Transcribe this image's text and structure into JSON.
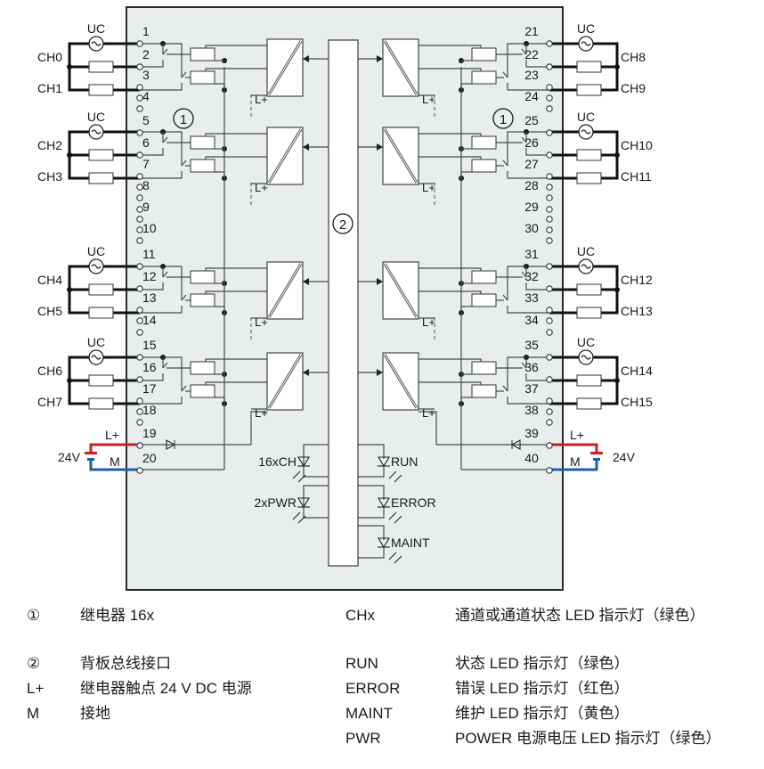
{
  "diagram": {
    "title": "",
    "colors": {
      "module_fill": "#e9edee",
      "module_border": "#2a2a2a",
      "wire": "#4a4a4a",
      "external_wire": "#111111",
      "supply_positive": "#c8202a",
      "supply_negative": "#1f5fa8",
      "white_box": "#ffffff"
    },
    "uc_label": "UC",
    "lplus_label": "L+",
    "m_label": "M",
    "supply_voltage": "24V",
    "callout_relay": "1",
    "callout_backplane": "2",
    "left_groups": [
      {
        "uc_terminal": 1,
        "terms": [
          1,
          2
        ],
        "channels": [
          "CH0",
          "CH1"
        ]
      },
      {
        "uc_terminal": 5,
        "terms": [
          5,
          6
        ],
        "channels": [
          "CH2",
          "CH3"
        ]
      },
      {
        "uc_terminal": 11,
        "terms": [
          11,
          12
        ],
        "channels": [
          "CH4",
          "CH5"
        ]
      },
      {
        "uc_terminal": 15,
        "terms": [
          15,
          16
        ],
        "channels": [
          "CH6",
          "CH7"
        ]
      }
    ],
    "right_groups": [
      {
        "uc_terminal": 21,
        "terms": [
          21,
          22
        ],
        "channels": [
          "CH8",
          "CH9"
        ]
      },
      {
        "uc_terminal": 25,
        "terms": [
          25,
          26
        ],
        "channels": [
          "CH10",
          "CH11"
        ]
      },
      {
        "uc_terminal": 31,
        "terms": [
          31,
          32
        ],
        "channels": [
          "CH12",
          "CH13"
        ]
      },
      {
        "uc_terminal": 35,
        "terms": [
          35,
          36
        ],
        "channels": [
          "CH14",
          "CH15"
        ]
      }
    ],
    "left_terminals": [
      "1",
      "2",
      "3",
      "4",
      "5",
      "6",
      "7",
      "8",
      "9",
      "10",
      "11",
      "12",
      "13",
      "14",
      "15",
      "16",
      "17",
      "18",
      "19",
      "20"
    ],
    "right_terminals": [
      "21",
      "22",
      "23",
      "24",
      "25",
      "26",
      "27",
      "28",
      "29",
      "30",
      "31",
      "32",
      "33",
      "34",
      "35",
      "36",
      "37",
      "38",
      "39",
      "40"
    ],
    "leds_left": [
      "16xCH",
      "2xPWR"
    ],
    "leds_right": [
      "RUN",
      "ERROR",
      "MAINT"
    ]
  },
  "legend": {
    "left": [
      {
        "key": "①",
        "desc": "继电器 16x"
      },
      {
        "key": "②",
        "desc": "背板总线接口"
      },
      {
        "key": "L+",
        "desc": "继电器触点 24 V DC 电源"
      },
      {
        "key": "M",
        "desc": "接地"
      }
    ],
    "right": [
      {
        "key": "CHx",
        "desc": "通道或通道状态 LED 指示灯（绿色）"
      },
      {
        "key": "RUN",
        "desc": "状态 LED 指示灯（绿色）"
      },
      {
        "key": "ERROR",
        "desc": "错误 LED 指示灯（红色）"
      },
      {
        "key": "MAINT",
        "desc": "维护 LED 指示灯（黄色）"
      },
      {
        "key": "PWR",
        "desc": "POWER 电源电压 LED 指示灯（绿色）"
      }
    ]
  }
}
